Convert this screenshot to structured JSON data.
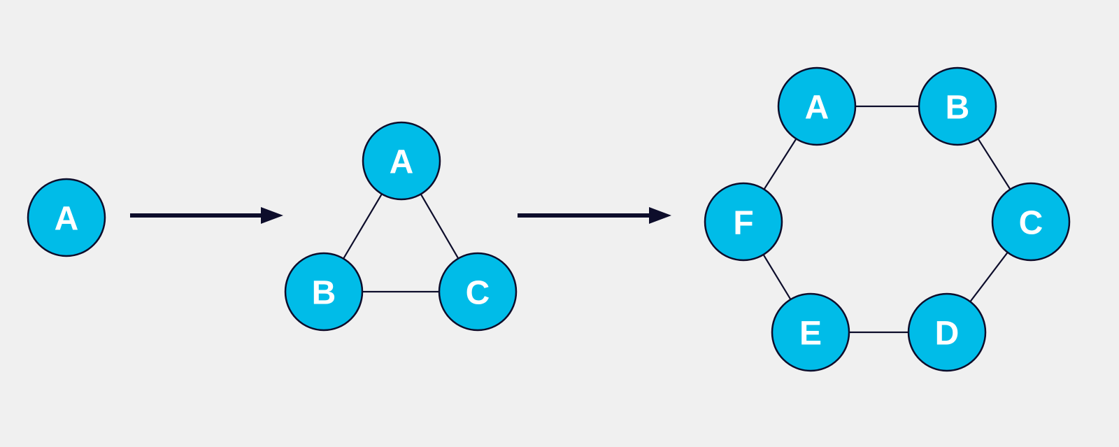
{
  "colors": {
    "background": "#f0f0f0",
    "node_fill": "#00bce8",
    "node_stroke": "#0d0d2b",
    "label": "#ffffff",
    "line": "#0d0d2b"
  },
  "stages": [
    {
      "id": "stage-1",
      "nodes": [
        "A"
      ],
      "edges": []
    },
    {
      "id": "stage-2",
      "nodes": [
        "A",
        "B",
        "C"
      ],
      "edges": [
        [
          "A",
          "B"
        ],
        [
          "A",
          "C"
        ],
        [
          "B",
          "C"
        ]
      ]
    },
    {
      "id": "stage-3",
      "nodes": [
        "A",
        "B",
        "C",
        "D",
        "E",
        "F"
      ],
      "edges": [
        [
          "A",
          "B"
        ],
        [
          "B",
          "C"
        ],
        [
          "C",
          "D"
        ],
        [
          "D",
          "E"
        ],
        [
          "E",
          "F"
        ],
        [
          "F",
          "A"
        ]
      ]
    }
  ],
  "transitions": [
    {
      "from": "stage-1",
      "to": "stage-2"
    },
    {
      "from": "stage-2",
      "to": "stage-3"
    }
  ]
}
